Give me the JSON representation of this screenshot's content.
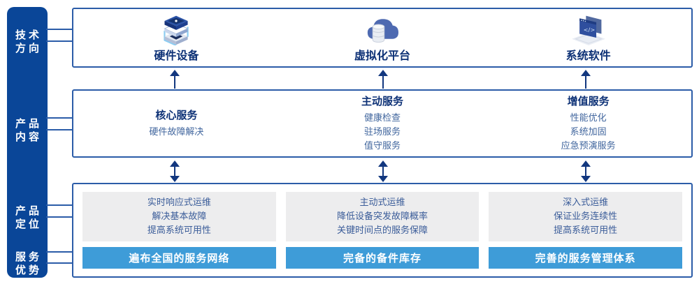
{
  "sidebar": {
    "labels": [
      {
        "line1": "技术",
        "line2": "方向"
      },
      {
        "line1": "产品",
        "line2": "内容"
      },
      {
        "line1": "产品",
        "line2": "定位"
      },
      {
        "line1": "服务",
        "line2": "优势"
      }
    ]
  },
  "tech_row": {
    "items": [
      {
        "icon": "server-stack-icon",
        "label": "硬件设备"
      },
      {
        "icon": "cloud-database-icon",
        "label": "虚拟化平台"
      },
      {
        "icon": "code-window-icon",
        "label": "系统软件"
      }
    ],
    "code_glyph": "</>"
  },
  "content_row": {
    "columns": [
      {
        "title": "核心服务",
        "items": [
          "硬件故障解决"
        ]
      },
      {
        "title": "主动服务",
        "items": [
          "健康检查",
          "驻场服务",
          "值守服务"
        ]
      },
      {
        "title": "增值服务",
        "items": [
          "性能优化",
          "系统加固",
          "应急预演服务"
        ]
      }
    ]
  },
  "bottom_row": {
    "columns": [
      {
        "positioning": [
          "实时响应式运维",
          "解决基本故障",
          "提高系统可用性"
        ],
        "advantage": "遍布全国的服务网络"
      },
      {
        "positioning": [
          "主动式运维",
          "降低设备突发故障概率",
          "关键时间点的服务保障"
        ],
        "advantage": "完备的备件库存"
      },
      {
        "positioning": [
          "深入式运维",
          "保证业务连续性",
          "提高系统可用性"
        ],
        "advantage": "完善的服务管理体系"
      }
    ]
  },
  "colors": {
    "sidebar_bg": "#0a4698",
    "box_border": "#2b5ca8",
    "title_text": "#0d3176",
    "body_text": "#41669e",
    "arrow": "#12377f",
    "panel_bg": "#ededee",
    "bar_bg": "#3e9cd8"
  }
}
